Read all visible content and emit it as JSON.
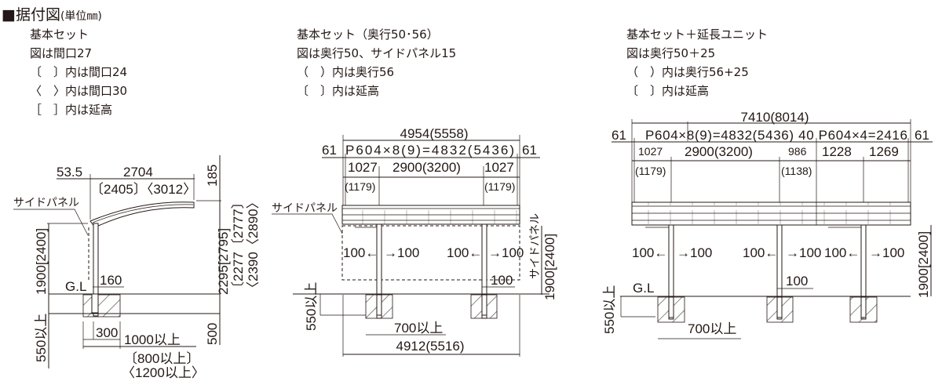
{
  "title": {
    "main": "■据付図",
    "unit": "(単位㎜)"
  },
  "notes": {
    "side": [
      "基本セット",
      "図は間口27",
      "〔　〕内は間口24",
      "〈　〉内は間口30",
      "［　］内は延高"
    ],
    "front_basic": [
      "基本セット（奥行50･56）",
      "図は奥行50、サイドパネル15",
      "（　）内は奥行56",
      "〔　〕内は延高"
    ],
    "front_ext": [
      "基本セット＋延長ユニット",
      "図は奥行50＋25",
      "（　）内は奥行56+25",
      "〔　〕内は延高"
    ]
  },
  "side_view": {
    "offset": "53.5",
    "width": "2704",
    "width_alt": "〔2405〕〈3012〉",
    "roof_rise": "185",
    "side_panel": "サイドパネル",
    "panel_height": "1900[2400]",
    "gl": "G.L",
    "post_width": "160",
    "height_a": "2295[2795]",
    "height_b": "〔2277〔2777〕",
    "height_c": "〈2390〈2890〉",
    "depth": "500",
    "foundation_depth": "550以上",
    "foundation_width": "300",
    "clearance": "1000以上",
    "clearance_b": "〔800以上〕",
    "clearance_c": "〈1200以上〉"
  },
  "front_basic_view": {
    "total": "4954(5558)",
    "edge_left": "61",
    "pitch": "P604×8(9)=4832(5436)",
    "edge_right": "61",
    "span_left": "1027",
    "span_mid": "2900(3200)",
    "span_right": "1027",
    "span_left_alt": "(1179)",
    "span_right_alt": "(1179)",
    "side_panel": "サイドパネル",
    "side_panel_v": "サイドパネル",
    "height": "1900[2400]",
    "gap": [
      "100←",
      "→100",
      "100←",
      "→100"
    ],
    "post_offset": "100",
    "foundation_depth": "550以上",
    "foundation_spacing": "700以上",
    "base": "4912(5516)"
  },
  "front_ext_view": {
    "total": "7410(8014)",
    "edge_left": "61",
    "pitch": "P604×8(9)=4832(5436) 40 P604×4=2416",
    "edge_right": "61",
    "spans": [
      "1027",
      "2900(3200)",
      "986",
      "1228",
      "1269"
    ],
    "spans_alt": [
      "(1179)",
      "(1138)"
    ],
    "gap": [
      "100←",
      "→100",
      "100←",
      "→100",
      "100←",
      "→100"
    ],
    "post_offset": "100",
    "gl": "G.L",
    "height": "1900[2400]",
    "foundation_depth": "550以上",
    "foundation_spacing": "700以上"
  }
}
